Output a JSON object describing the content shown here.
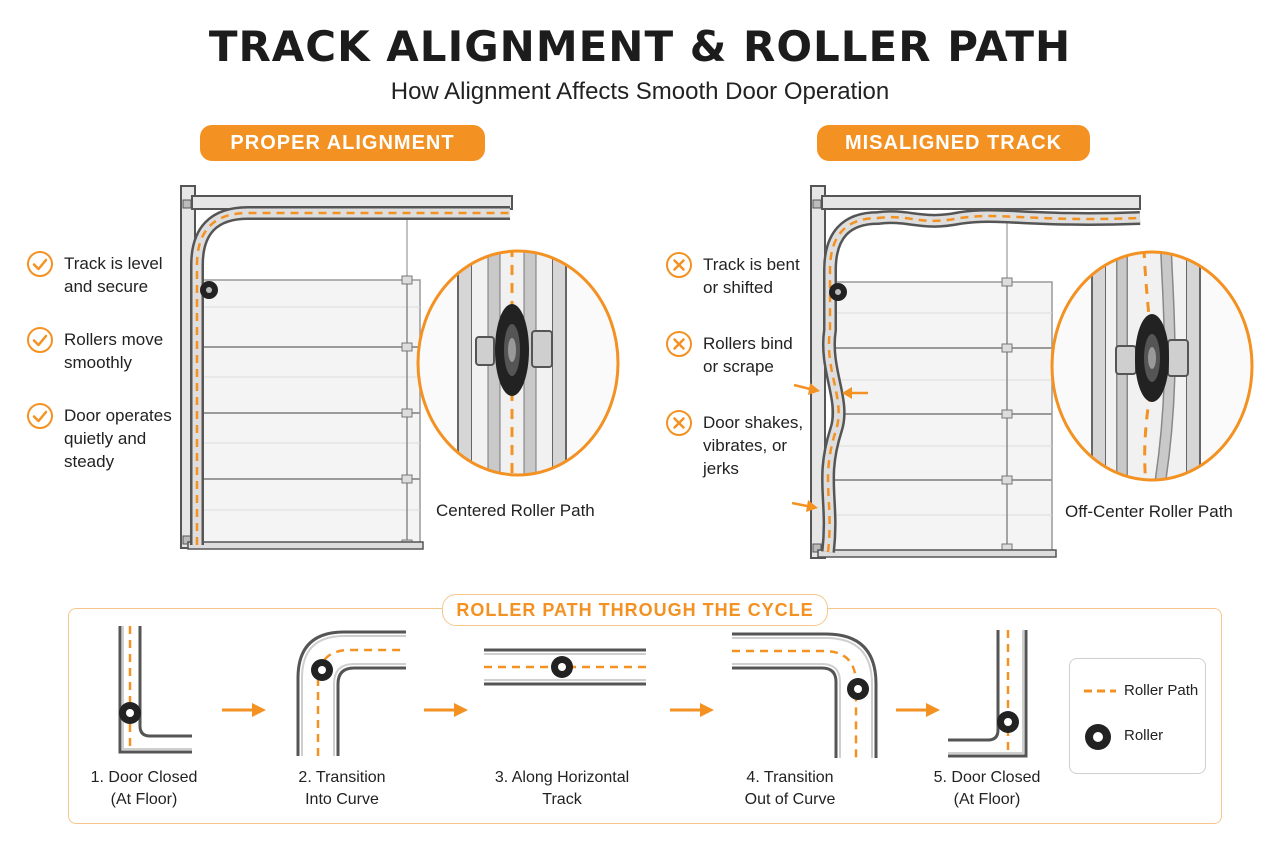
{
  "title": "TRACK ALIGNMENT & ROLLER PATH",
  "subtitle": "How Alignment Affects Smooth Door Operation",
  "proper": {
    "heading": "PROPER ALIGNMENT",
    "items": [
      "Track is level\nand secure",
      "Rollers move\nsmoothly",
      "Door operates\nquietly and\nsteady"
    ],
    "caption": "Centered Roller Path"
  },
  "misaligned": {
    "heading": "MISALIGNED TRACK",
    "items": [
      "Track is bent\nor shifted",
      "Rollers bind\nor scrape",
      "Door shakes,\nvibrates, or\njerks"
    ],
    "caption": "Off-Center Roller Path"
  },
  "cycle": {
    "heading": "ROLLER PATH THROUGH THE CYCLE",
    "steps": [
      "1. Door Closed\n(At Floor)",
      "2. Transition\nInto Curve",
      "3. Along Horizontal\nTrack",
      "4. Transition\nOut of Curve",
      "5. Door Closed\n(At Floor)"
    ]
  },
  "legend": {
    "path_label": "Roller Path",
    "roller_label": "Roller"
  },
  "colors": {
    "accent": "#f39222",
    "track": "#555555",
    "panel": "#f4f4f4"
  },
  "icons": {
    "good": "check-circle-icon",
    "bad": "x-circle-icon",
    "arrow": "arrow-right-icon"
  }
}
